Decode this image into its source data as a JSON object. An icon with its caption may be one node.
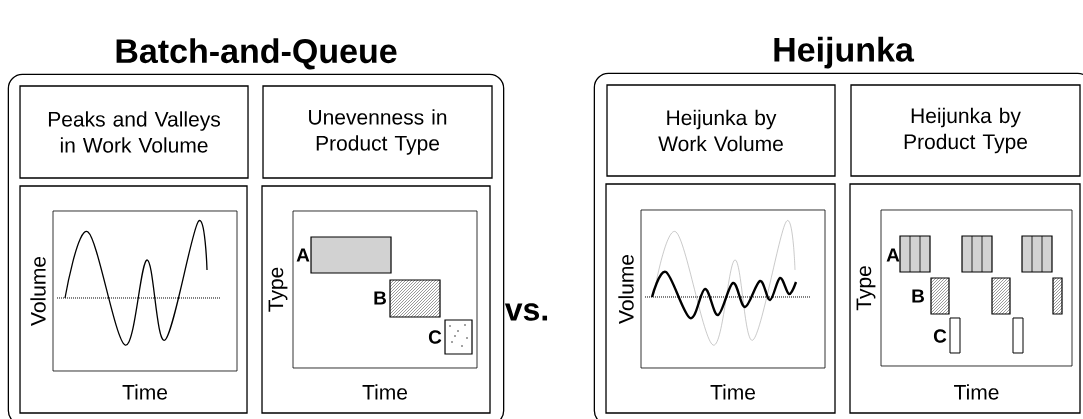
{
  "diagram": {
    "nodes": [
      {
        "text": [
          "Batch-and-Queue"
        ]
      },
      {
        "text": [
          "Peaks and Valleys in Work Volume"
        ],
        "in": 0
      },
      {
        "text": [
          "Unevenness in Product Type"
        ],
        "in": 0
      },
      {
        "text": [
          "Volume",
          "Time"
        ],
        "in": 0
      },
      {
        "text": [
          "Type",
          "Time"
        ],
        "in": 0
      },
      {
        "text": [
          "Heijunka"
        ]
      },
      {
        "text": [
          "Heijunka by Work Volume"
        ],
        "in": 5
      },
      {
        "text": [
          "Heijunka by Product Type"
        ],
        "in": 5
      },
      {
        "text": [
          "Volume",
          "Time"
        ],
        "in": 5
      },
      {
        "text": [
          "Type",
          "Time"
        ],
        "in": 5
      }
    ],
    "labels": [
      "A",
      "B",
      "C",
      "vs.",
      "A",
      "B",
      "C"
    ]
  }
}
